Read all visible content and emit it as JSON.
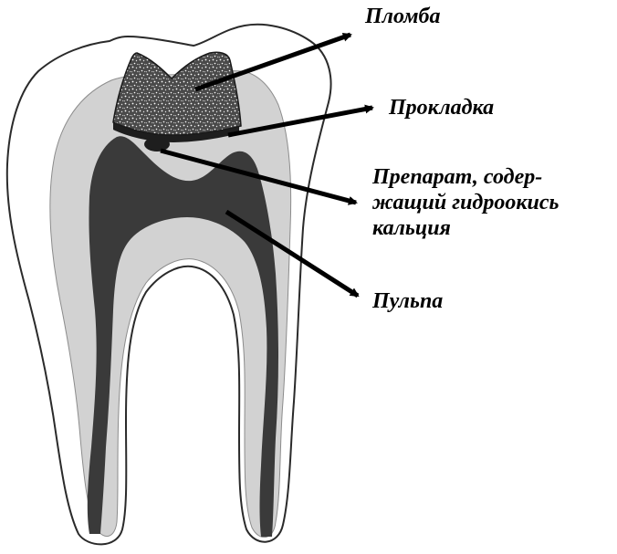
{
  "labels": {
    "filling": "Пломба",
    "liner": "Прокладка",
    "drug_line1": "Препарат, содер-",
    "drug_line2": "жащий гидроокись",
    "drug_line3": "кальция",
    "pulp": "Пульпа"
  },
  "colors": {
    "background": "#ffffff",
    "outline": "#2a2a2a",
    "dentin": "#d2d2d2",
    "pulp": "#3a3a3a",
    "filling_base": "#4a4a4a",
    "liner": "#1e1e1e",
    "arrow": "#000000"
  }
}
